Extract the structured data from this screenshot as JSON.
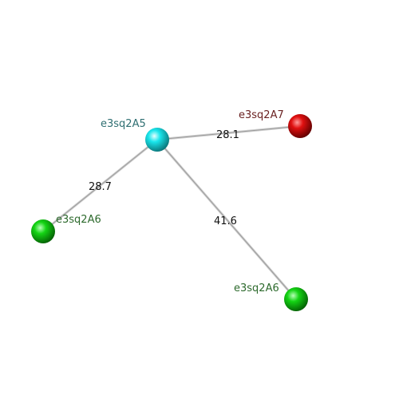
{
  "colors": {
    "background": "#ffffff",
    "bond": "#b8b8b8",
    "cyan_atom": "#19e6ec",
    "red_atom": "#e01010",
    "green_atom": "#14d414",
    "label_cyan": "#2f6f72",
    "label_red": "#6b2222",
    "label_green": "#2d6a2d"
  },
  "atoms": [
    {
      "id": "A5",
      "label": "e3sq2A5",
      "color": "cyan"
    },
    {
      "id": "A7",
      "label": "e3sq2A7",
      "color": "red"
    },
    {
      "id": "A6a",
      "label": "e3sq2A6",
      "color": "green"
    },
    {
      "id": "A6b",
      "label": "e3sq2A6",
      "color": "green"
    }
  ],
  "bonds": [
    {
      "from": "A5",
      "to": "A7",
      "distance": "28.1"
    },
    {
      "from": "A5",
      "to": "A6a",
      "distance": "28.7"
    },
    {
      "from": "A5",
      "to": "A6b",
      "distance": "41.6"
    }
  ]
}
